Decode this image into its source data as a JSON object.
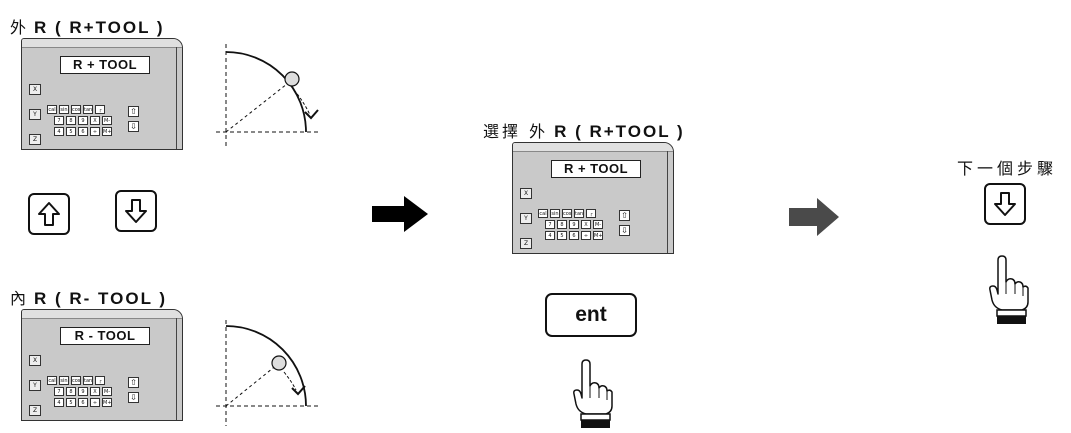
{
  "outer_r": {
    "cjk": "外",
    "title": "R ( R+TOOL )",
    "screen": "R + TOOL"
  },
  "inner_r": {
    "cjk": "內",
    "title": "R ( R- TOOL )",
    "screen": "R - TOOL"
  },
  "select": {
    "cjk": "選擇 外",
    "title": "R ( R+TOOL )",
    "screen": "R + TOOL",
    "button": "ent"
  },
  "next_step": {
    "title": "下一個步驟"
  },
  "console_labels": {
    "axes": [
      "X",
      "Y",
      "Z"
    ],
    "row1": [
      "cal",
      "sin",
      "cos",
      "tan"
    ],
    "row2": [
      "7",
      "8",
      "9",
      "X",
      "M-"
    ],
    "row3": [
      "4",
      "5",
      "6",
      "÷",
      "M+"
    ]
  },
  "icons": {
    "up": "up-arrow-icon",
    "down": "down-arrow-icon",
    "flow": "flow-arrow-icon",
    "hand": "pointing-hand-icon"
  }
}
